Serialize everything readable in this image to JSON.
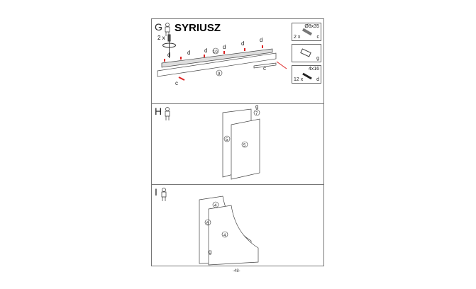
{
  "steps": [
    {
      "letter": "G",
      "title": "SYRIUSZ",
      "tool_qty": "2 x",
      "labels": {
        "d": "d",
        "c": "c",
        "part10": "10",
        "part9": "9"
      }
    },
    {
      "letter": "H",
      "labels": {
        "g": "g",
        "part7": "7",
        "part5a": "5",
        "part5b": "5"
      }
    },
    {
      "letter": "I",
      "labels": {
        "g": "g",
        "part4a": "4",
        "part4b": "4",
        "part6": "6"
      }
    }
  ],
  "parts": [
    {
      "size": "Ø8x35",
      "qty": "2 x",
      "code": "c"
    },
    {
      "code": "g"
    },
    {
      "size": "4x16",
      "qty": "12 x",
      "code": "d"
    }
  ],
  "page_number": "-48-"
}
